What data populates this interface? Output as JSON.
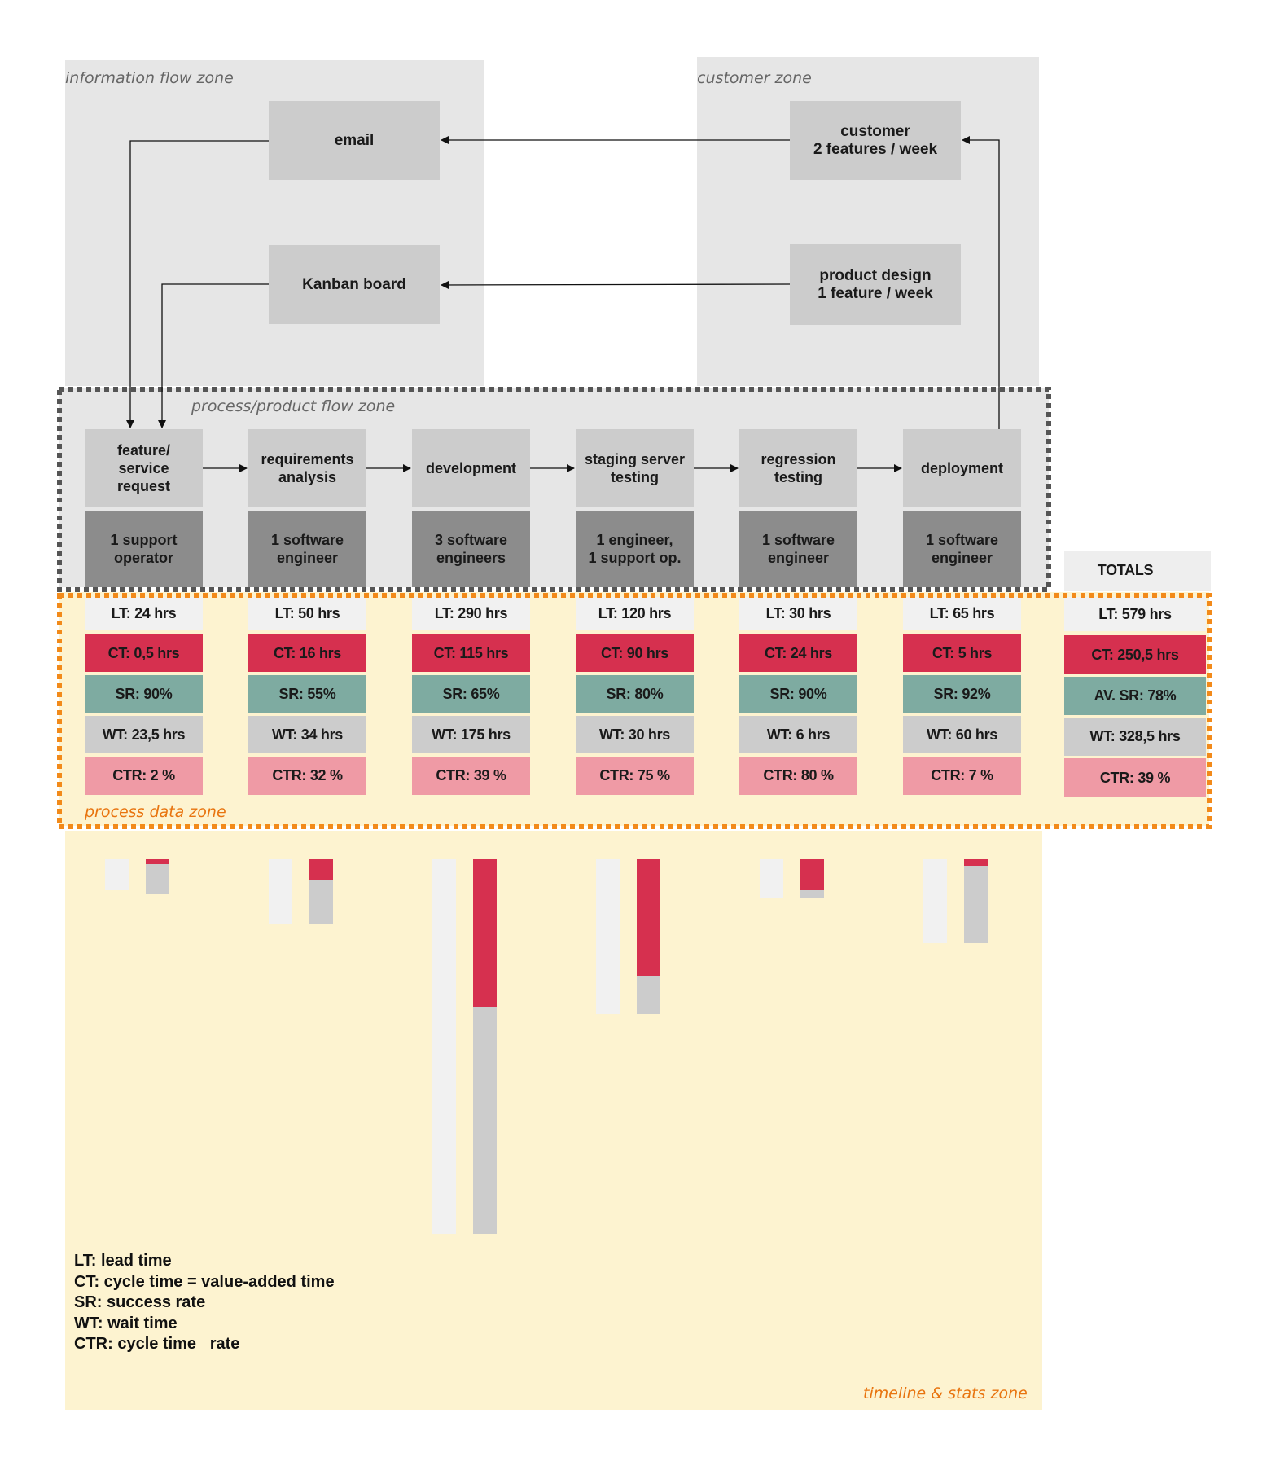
{
  "zones": {
    "information": "information flow zone",
    "customer": "customer zone",
    "process_flow": "process/product flow zone",
    "process_data": "process data zone",
    "timeline": "timeline & stats zone"
  },
  "info_boxes": {
    "email": "email",
    "kanban": "Kanban board",
    "customer": "customer\n2 features / week",
    "product_design": "product design\n1 feature / week"
  },
  "steps": [
    {
      "name": "feature/\nservice\nrequest",
      "resource": "1 support\noperator",
      "lt": "LT: 24 hrs",
      "ct": "CT: 0,5 hrs",
      "sr": "SR: 90%",
      "wt": "WT: 23,5 hrs",
      "ctr": "CTR: 2 %",
      "lt_hrs": 24,
      "ct_hrs": 0.5,
      "wt_hrs": 23.5
    },
    {
      "name": "requirements\nanalysis",
      "resource": "1 software\nengineer",
      "lt": "LT: 50 hrs",
      "ct": "CT: 16 hrs",
      "sr": "SR: 55%",
      "wt": "WT: 34 hrs",
      "ctr": "CTR: 32 %",
      "lt_hrs": 50,
      "ct_hrs": 16,
      "wt_hrs": 34
    },
    {
      "name": "development",
      "resource": "3 software\nengineers",
      "lt": "LT: 290 hrs",
      "ct": "CT: 115 hrs",
      "sr": "SR: 65%",
      "wt": "WT: 175 hrs",
      "ctr": "CTR: 39 %",
      "lt_hrs": 290,
      "ct_hrs": 115,
      "wt_hrs": 175
    },
    {
      "name": "staging server\ntesting",
      "resource": "1 engineer,\n1 support op.",
      "lt": "LT: 120 hrs",
      "ct": "CT: 90 hrs",
      "sr": "SR: 80%",
      "wt": "WT: 30 hrs",
      "ctr": "CTR: 75 %",
      "lt_hrs": 120,
      "ct_hrs": 90,
      "wt_hrs": 30
    },
    {
      "name": "regression\ntesting",
      "resource": "1 software\nengineer",
      "lt": "LT: 30 hrs",
      "ct": "CT: 24 hrs",
      "sr": "SR: 90%",
      "wt": "WT: 6 hrs",
      "ctr": "CTR: 80 %",
      "lt_hrs": 30,
      "ct_hrs": 24,
      "wt_hrs": 6
    },
    {
      "name": "deployment",
      "resource": "1 software\nengineer",
      "lt": "LT: 65 hrs",
      "ct": "CT: 5 hrs",
      "sr": "SR: 92%",
      "wt": "WT: 60 hrs",
      "ctr": "CTR: 7 %",
      "lt_hrs": 65,
      "ct_hrs": 5,
      "wt_hrs": 60
    }
  ],
  "totals": {
    "title": "TOTALS",
    "lt": "LT: 579 hrs",
    "ct": "CT: 250,5 hrs",
    "sr": "AV. SR: 78%",
    "wt": "WT:  328,5 hrs",
    "ctr": "CTR: 39 %"
  },
  "legend": [
    "LT: lead time",
    "CT: cycle time = value-added time",
    "SR: success rate",
    "WT: wait time",
    "CTR: cycle time   rate"
  ],
  "colors": {
    "lead_time": "#f1f1f1",
    "cycle_time": "#d6304f",
    "success_rate": "#7eaba1",
    "wait_time": "#cccccc",
    "cycle_time_rate": "#ef9aa5",
    "process_data_border": "#f28a1a",
    "timeline_bg": "#fdf3d0"
  }
}
